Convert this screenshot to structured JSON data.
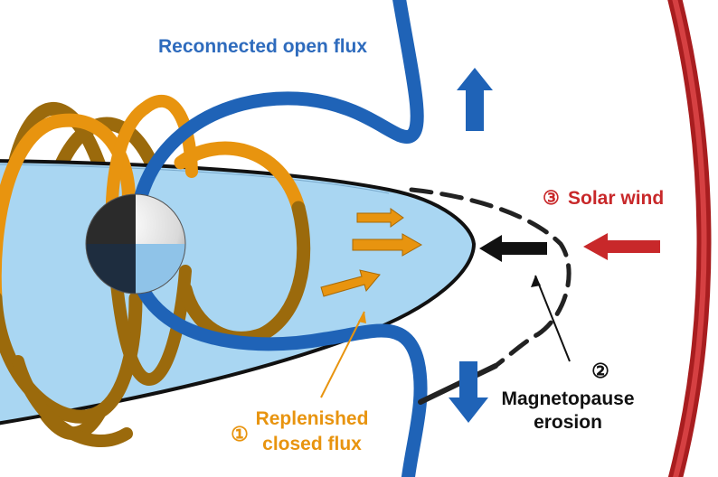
{
  "labels": {
    "reconnected_open_flux": "Reconnected open flux",
    "solar_wind_number": "③",
    "solar_wind": "Solar wind",
    "erosion_number": "②",
    "erosion_line1": "Magnetopause",
    "erosion_line2": "erosion",
    "replenished_number": "①",
    "replenished_line1": "Replenished",
    "replenished_line2": "closed flux"
  },
  "colors": {
    "open_flux_blue": "#1f63b7",
    "closed_flux_orange": "#e8940f",
    "closed_flux_dark": "#9b6a0c",
    "solar_wind_red": "#c8282a",
    "plasma_sheet": "#a9d6f2",
    "annotation_black": "#111111"
  }
}
